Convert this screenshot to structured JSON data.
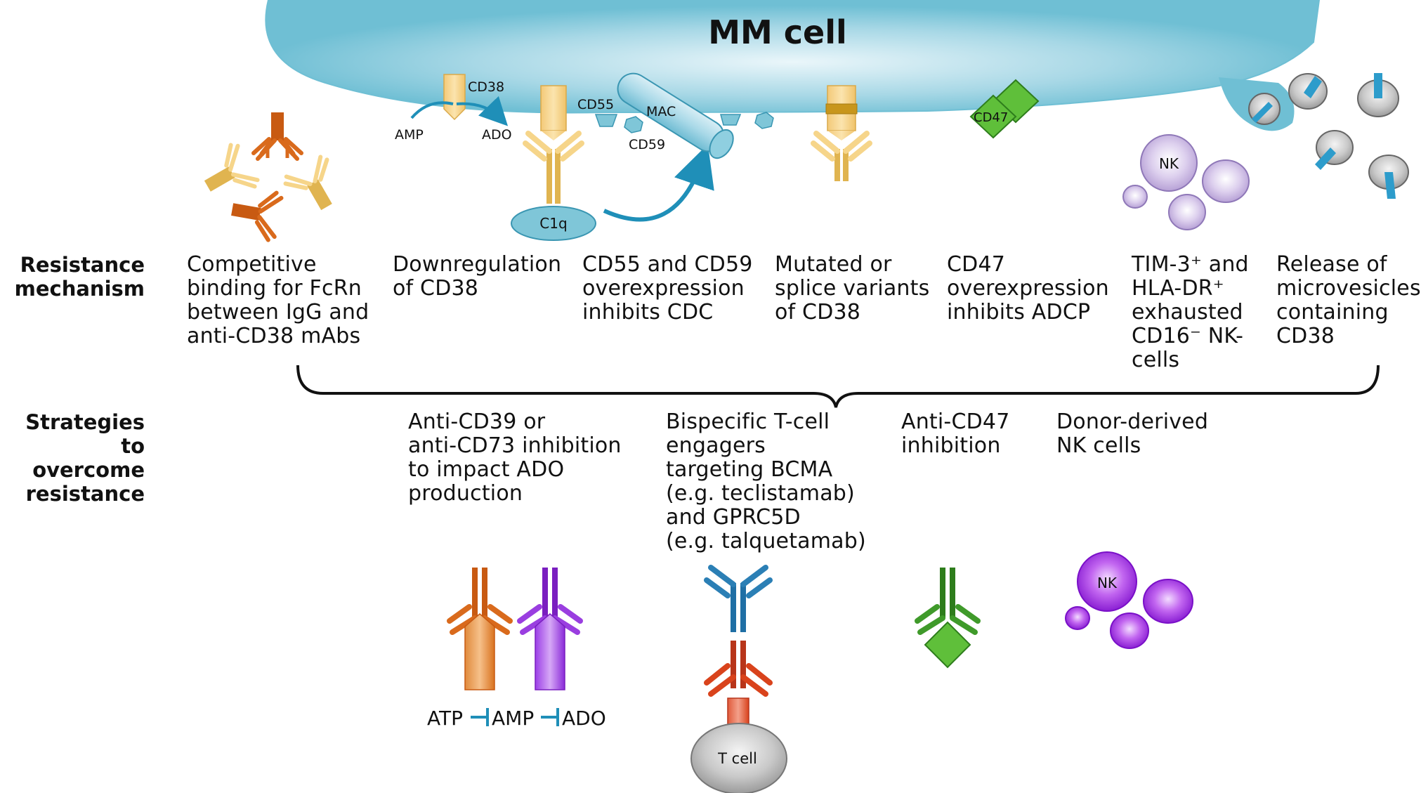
{
  "cell": {
    "title": "MM cell"
  },
  "rows": {
    "resistance": "Resistance\nmechanism",
    "strategies": "Strategies to\novercome\nresistance"
  },
  "figure_labels": {
    "cd38": "CD38",
    "amp": "AMP",
    "ado": "ADO",
    "cd55": "CD55",
    "mac": "MAC",
    "cd59": "CD59",
    "c1q": "C1q",
    "cd47": "CD47",
    "nk": "NK",
    "atp_bottom": "ATP",
    "amp_bottom": "AMP",
    "ado_bottom": "ADO",
    "nk_bottom": "NK",
    "t_cell": "T cell"
  },
  "mechanisms": [
    "Competitive\nbinding for FcRn\nbetween IgG and\nanti-CD38 mAbs",
    "Downregulation\nof CD38",
    "CD55 and CD59\noverexpression\ninhibits CDC",
    "Mutated or\nsplice variants\nof CD38",
    "CD47\noverexpression\ninhibits ADCP",
    "TIM-3⁺ and\nHLA-DR⁺\nexhausted\nCD16⁻ NK-\ncells",
    "Release of\nmicrovesicles\ncontaining\nCD38"
  ],
  "strategies": [
    "Anti-CD39 or\nanti-CD73 inhibition\nto impact ADO\nproduction",
    "Bispecific T-cell\nengagers\ntargeting BCMA\n(e.g. teclistamab)\nand GPRC5D\n(e.g. talquetamab)",
    "Anti-CD47\ninhibition",
    "Donor-derived\nNK cells"
  ],
  "colors": {
    "cell_blue": "#6fbfd4",
    "cd38_tan": "#f6d58a",
    "orange_ab": "#d96a1c",
    "purple_ab": "#9a3ee0",
    "green": "#3f9a2a",
    "teal_arrow": "#1f8fb8",
    "nk_lilac": "#c9b8e0",
    "nk_purple": "#9b2fe0",
    "tcell_grey": "#c8c8c8",
    "blue_ab": "#2b7fb5",
    "red_ab": "#d9431c"
  }
}
